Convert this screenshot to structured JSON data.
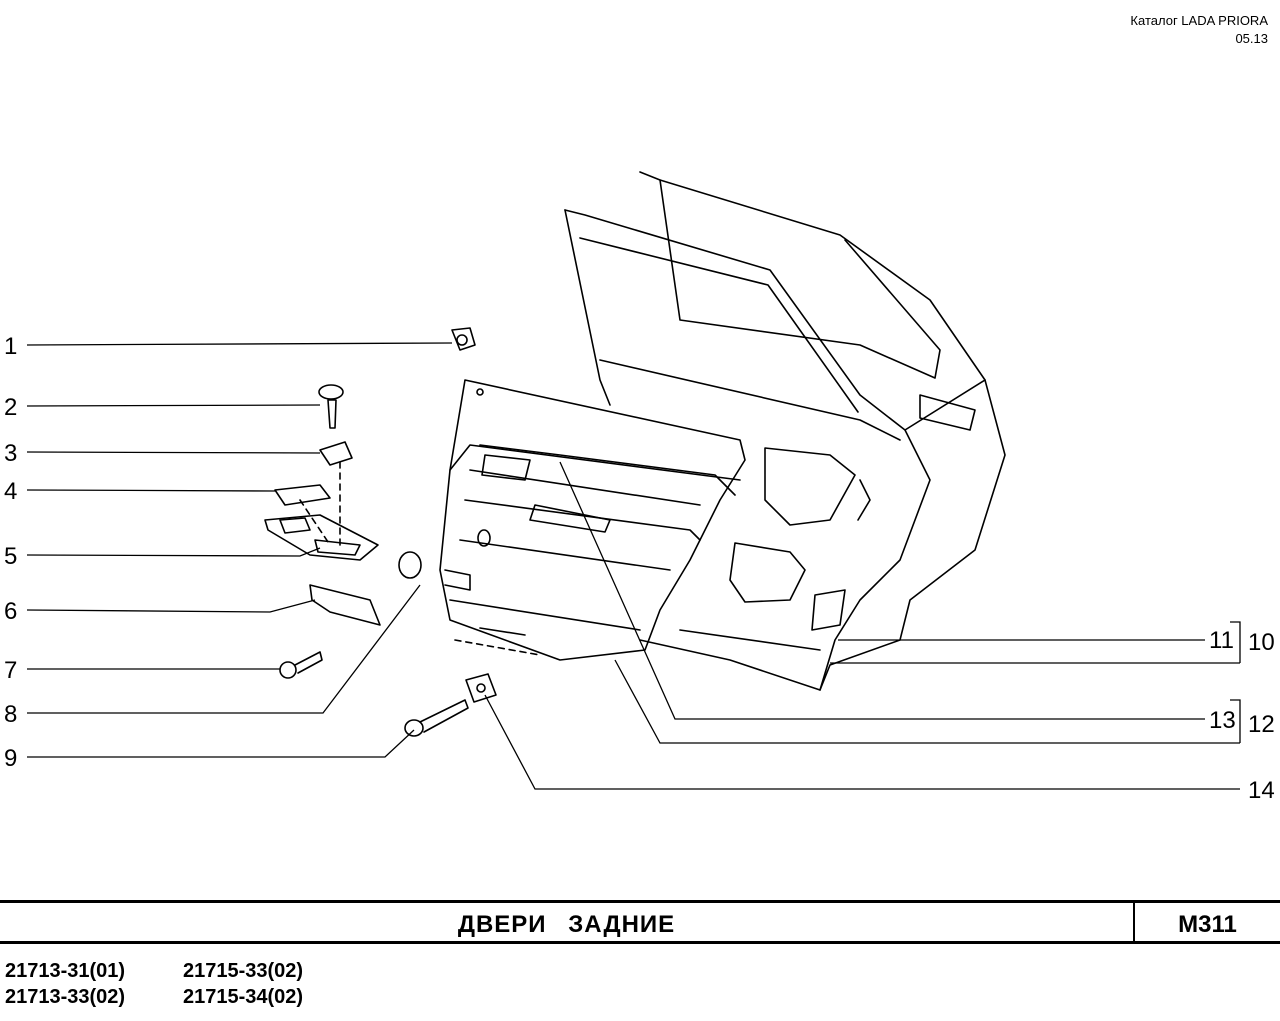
{
  "header": {
    "catalog": "Каталог  LADA  PRIORA",
    "date": "05.13"
  },
  "callouts": {
    "c1": "1",
    "c2": "2",
    "c3": "3",
    "c4": "4",
    "c5": "5",
    "c6": "6",
    "c7": "7",
    "c8": "8",
    "c9": "9",
    "c10": "10",
    "c11": "11",
    "c12": "12",
    "c13": "13",
    "c14": "14"
  },
  "footer": {
    "title": "ДВЕРИ   ЗАДНИЕ",
    "code": "М311",
    "models_col1": [
      "21713-31(01)",
      "21713-33(02)"
    ],
    "models_col2": [
      "21715-33(02)",
      "21715-34(02)"
    ]
  }
}
